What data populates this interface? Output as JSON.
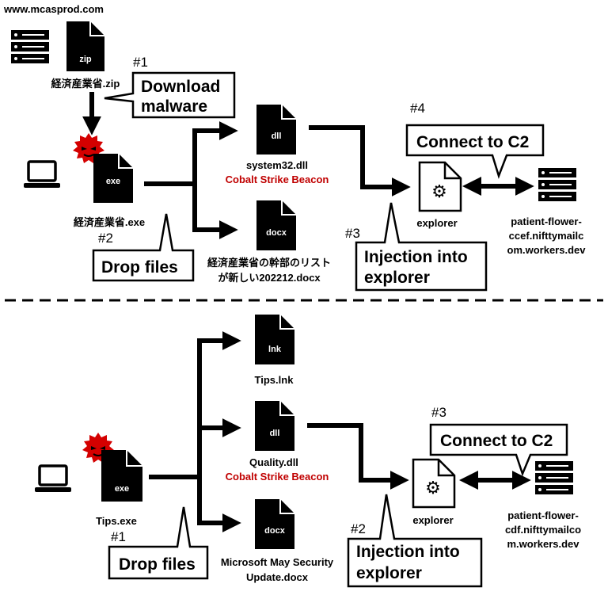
{
  "site": "www.mcasprod.com",
  "top": {
    "zip_ext": "zip",
    "zip_name": "経済産業省.zip",
    "step1": "#1",
    "download_label_1": "Download",
    "download_label_2": "malware",
    "exe_ext": "exe",
    "exe_name": "経済産業省.exe",
    "step2": "#2",
    "drop_label": "Drop files",
    "dll_ext": "dll",
    "dll_name": "system32.dll",
    "dll_sub": "Cobalt Strike Beacon",
    "docx_ext": "docx",
    "docx_name_1": "経済産業省の幹部のリスト",
    "docx_name_2": "が新しい202212.docx",
    "step3": "#3",
    "inject_label_1": "Injection into",
    "inject_label_2": "explorer",
    "step4": "#4",
    "c2_label": "Connect to C2",
    "explorer_name": "explorer",
    "server_1": "patient-flower-",
    "server_2": "ccef.nifttymailc",
    "server_3": "om.workers.dev"
  },
  "bottom": {
    "lnk_ext": "lnk",
    "lnk_name": "Tips.lnk",
    "dll_ext": "dll",
    "dll_name": "Quality.dll",
    "dll_sub": "Cobalt Strike Beacon",
    "docx_ext": "docx",
    "docx_name_1": "Microsoft May Security",
    "docx_name_2": "Update.docx",
    "exe_ext": "exe",
    "exe_name": "Tips.exe",
    "step1": "#1",
    "drop_label": "Drop files",
    "step2": "#2",
    "inject_label_1": "Injection into",
    "inject_label_2": "explorer",
    "step3": "#3",
    "c2_label": "Connect to C2",
    "explorer_name": "explorer",
    "server_1": "patient-flower-",
    "server_2": "cdf.nifttymailco",
    "server_3": "m.workers.dev"
  }
}
